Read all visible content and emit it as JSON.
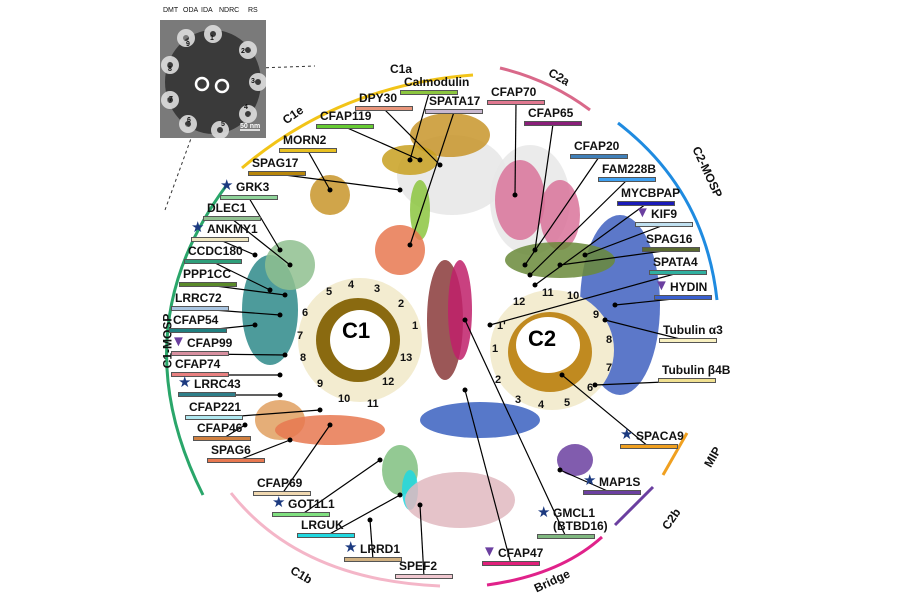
{
  "inset": {
    "labels": [
      "DMT",
      "ODA",
      "IDA",
      "NDRC",
      "RS"
    ],
    "doublet_numbers": [
      "1",
      "2",
      "3",
      "4",
      "5",
      "6",
      "7",
      "8",
      "9"
    ],
    "scale_bar": "50 nm"
  },
  "regions": [
    {
      "text": "C1a",
      "color": "#f2c418"
    },
    {
      "text": "C1e",
      "color": "#f2c418"
    },
    {
      "text": "C2a",
      "color": "#d9698a"
    },
    {
      "text": "C2-MOSP",
      "color": "#1f8be0"
    },
    {
      "text": "C1-MOSP",
      "color": "#2aa66a"
    },
    {
      "text": "MIP",
      "color": "#f0a020"
    },
    {
      "text": "C2b",
      "color": "#6b3fa0"
    },
    {
      "text": "Bridge",
      "color": "#e0228a"
    },
    {
      "text": "C1b",
      "color": "#f4b6c8"
    }
  ],
  "central_pair": {
    "c1_label": "C1",
    "c2_label": "C2",
    "c1_numbers": [
      "1",
      "2",
      "3",
      "4",
      "5",
      "6",
      "7",
      "8",
      "9",
      "10",
      "11",
      "12",
      "13"
    ],
    "c2_numbers": [
      "1",
      "2",
      "3",
      "4",
      "5",
      "6",
      "7",
      "8",
      "9",
      "10",
      "11",
      "12",
      "1'"
    ]
  },
  "marker_colors": {
    "star": "#1c3a80",
    "triangle": "#6b3fa0"
  },
  "proteins": [
    {
      "text": "Calmodulin",
      "color": "#8cc63f",
      "marker": ""
    },
    {
      "text": "DPY30",
      "color": "#e8957a",
      "marker": ""
    },
    {
      "text": "SPATA17",
      "color": "#c8b8d0",
      "marker": ""
    },
    {
      "text": "CFAP119",
      "color": "#66cc33",
      "marker": ""
    },
    {
      "text": "MORN2",
      "color": "#e8c020",
      "marker": ""
    },
    {
      "text": "SPAG17",
      "color": "#b8860b",
      "marker": ""
    },
    {
      "text": "GRK3",
      "color": "#8fd49a",
      "marker": "star"
    },
    {
      "text": "DLEC1",
      "color": "#8fbf8f",
      "marker": ""
    },
    {
      "text": "ANKMY1",
      "color": "#efe6c0",
      "marker": "star"
    },
    {
      "text": "CCDC180",
      "color": "#2e9e7a",
      "marker": ""
    },
    {
      "text": "PPP1CC",
      "color": "#5a8a2a",
      "marker": ""
    },
    {
      "text": "LRRC72",
      "color": "#a8c4e0",
      "marker": ""
    },
    {
      "text": "CFAP54",
      "color": "#1f8080",
      "marker": ""
    },
    {
      "text": "CFAP99",
      "color": "#d890a0",
      "marker": "triangle"
    },
    {
      "text": "CFAP74",
      "color": "#e88080",
      "marker": ""
    },
    {
      "text": "LRRC43",
      "color": "#2f7f8a",
      "marker": "star"
    },
    {
      "text": "CFAP221",
      "color": "#b0e8f0",
      "marker": ""
    },
    {
      "text": "CFAP46",
      "color": "#d08040",
      "marker": ""
    },
    {
      "text": "SPAG6",
      "color": "#e87850",
      "marker": ""
    },
    {
      "text": "CFAP69",
      "color": "#f0d8b0",
      "marker": ""
    },
    {
      "text": "GOT1L1",
      "color": "#80e080",
      "marker": "star"
    },
    {
      "text": "LRGUK",
      "color": "#20d8e0",
      "marker": ""
    },
    {
      "text": "LRRD1",
      "color": "#d0b080",
      "marker": "star"
    },
    {
      "text": "SPEF2",
      "color": "#f0c8d0",
      "marker": ""
    },
    {
      "text": "CFAP47",
      "color": "#e0207a",
      "marker": "triangle"
    },
    {
      "text": "GMCL1",
      "text2": "(BTBD16)",
      "color": "#80b880",
      "marker": "star"
    },
    {
      "text": "MAP1S",
      "color": "#6b3fa0",
      "marker": "star"
    },
    {
      "text": "CFAP70",
      "color": "#e07890",
      "marker": ""
    },
    {
      "text": "CFAP65",
      "color": "#8a1f7a",
      "marker": ""
    },
    {
      "text": "CFAP20",
      "color": "#3f7fb8",
      "marker": ""
    },
    {
      "text": "FAM228B",
      "color": "#3fa0f0",
      "marker": ""
    },
    {
      "text": "MYCBPAP",
      "color": "#1a1ab8",
      "marker": ""
    },
    {
      "text": "KIF9",
      "color": "#c0e0f0",
      "marker": "triangle"
    },
    {
      "text": "SPAG16",
      "color": "#5a6a30",
      "marker": ""
    },
    {
      "text": "SPATA4",
      "color": "#30b0a0",
      "marker": ""
    },
    {
      "text": "HYDIN",
      "color": "#3a60d0",
      "marker": "triangle"
    },
    {
      "text": "Tubulin α3",
      "color": "#f8f0c0",
      "marker": ""
    },
    {
      "text": "Tubulin β4B",
      "color": "#f0e090",
      "marker": ""
    },
    {
      "text": "SPACA9",
      "color": "#f0a020",
      "marker": "star"
    }
  ]
}
